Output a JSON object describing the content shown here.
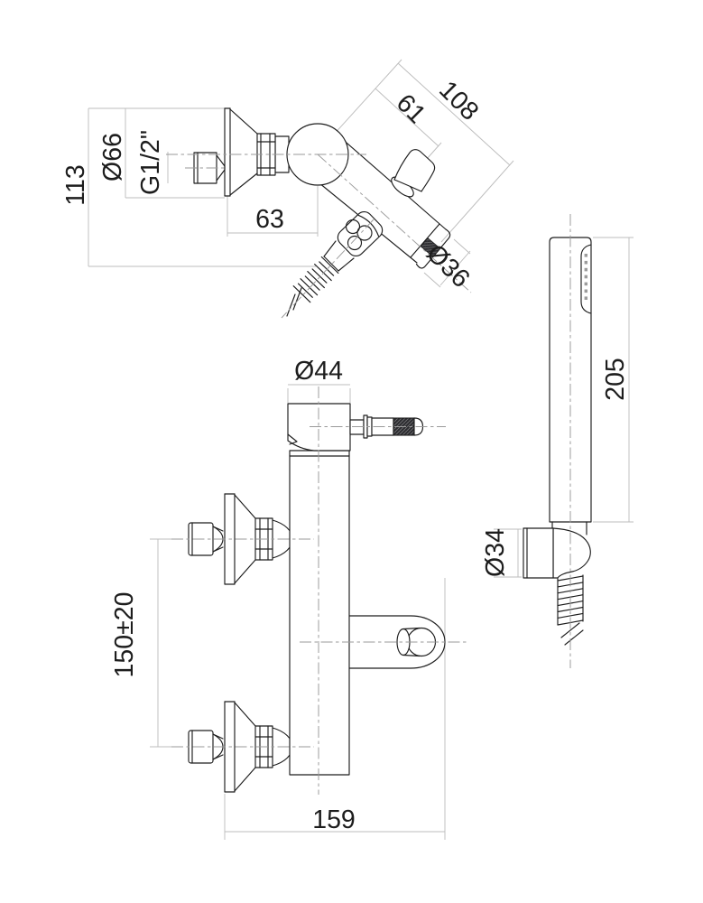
{
  "drawing": {
    "type": "technical-dimension-drawing",
    "product": "wall-mounted shower mixer with hand shower set",
    "colors": {
      "background": "#ffffff",
      "lines": "#1d1d1d",
      "dimension_lines": "#bdbdbd",
      "centerlines": "#9a9a9a",
      "text": "#1d1d1d"
    },
    "views": {
      "side_view": {
        "dims": {
          "wall_projection": "113",
          "escutcheon_diameter": "Ø66",
          "inlet_thread": "G1/2\"",
          "wall_to_handle_center": "63",
          "center_to_diverter": "61",
          "spout_projection": "108",
          "spout_end_diameter": "Ø36"
        }
      },
      "front_view": {
        "dims": {
          "body_diameter": "Ø44",
          "inlet_center_distance": "150±20",
          "overall_width": "159"
        }
      },
      "hand_shower_view": {
        "dims": {
          "handset_length": "205",
          "bracket_diameter": "Ø34"
        }
      }
    }
  }
}
